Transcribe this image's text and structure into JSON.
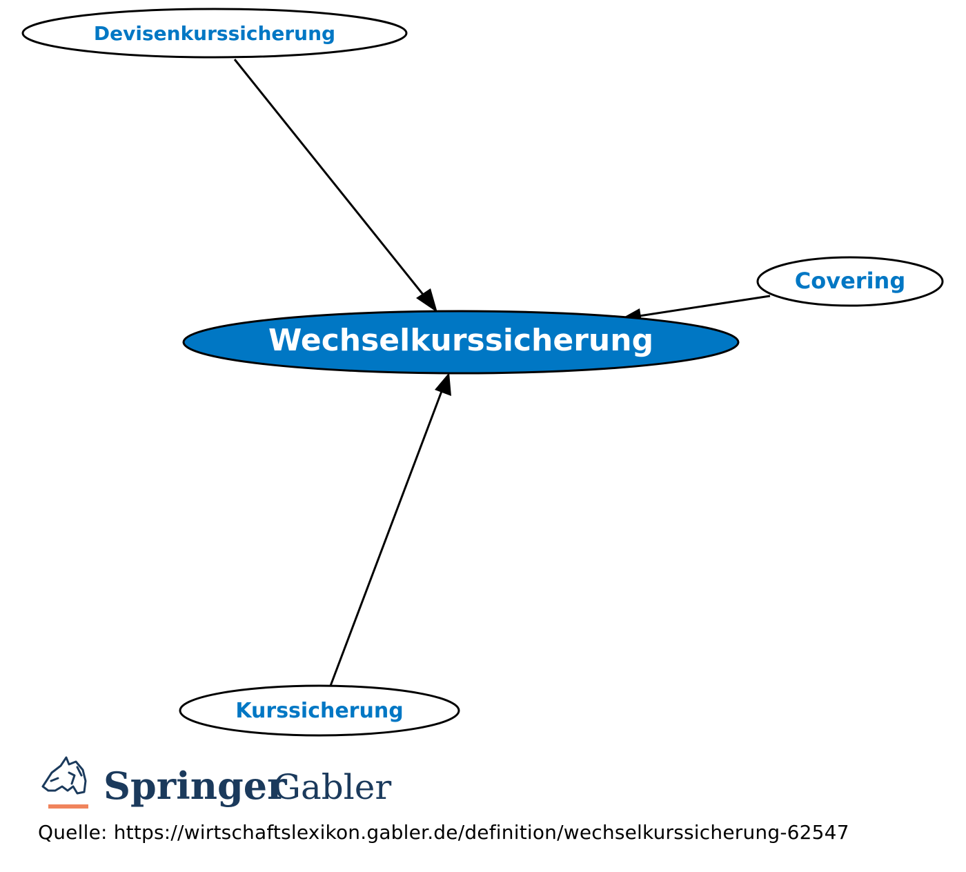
{
  "colors": {
    "accent": "#0077c4",
    "node_fill": "#ffffff",
    "center_fill": "#0077c4",
    "center_text": "#ffffff",
    "stroke": "#000000",
    "logo_blue": "#1b3a5c",
    "logo_orange": "#f0845c"
  },
  "diagram": {
    "center": {
      "label": "Wechselkurssicherung"
    },
    "nodes": [
      {
        "id": "devisenkurssicherung",
        "label": "Devisenkurssicherung"
      },
      {
        "id": "covering",
        "label": "Covering"
      },
      {
        "id": "kurssicherung",
        "label": "Kurssicherung"
      }
    ],
    "edges": [
      {
        "from": "devisenkurssicherung",
        "to": "center"
      },
      {
        "from": "covering",
        "to": "center"
      },
      {
        "from": "kurssicherung",
        "to": "center"
      }
    ]
  },
  "footer": {
    "logo": {
      "brand": "Springer",
      "suffix": "Gabler",
      "icon": "springer-horse-icon"
    },
    "source": "Quelle: https://wirtschaftslexikon.gabler.de/definition/wechselkurssicherung-62547"
  }
}
